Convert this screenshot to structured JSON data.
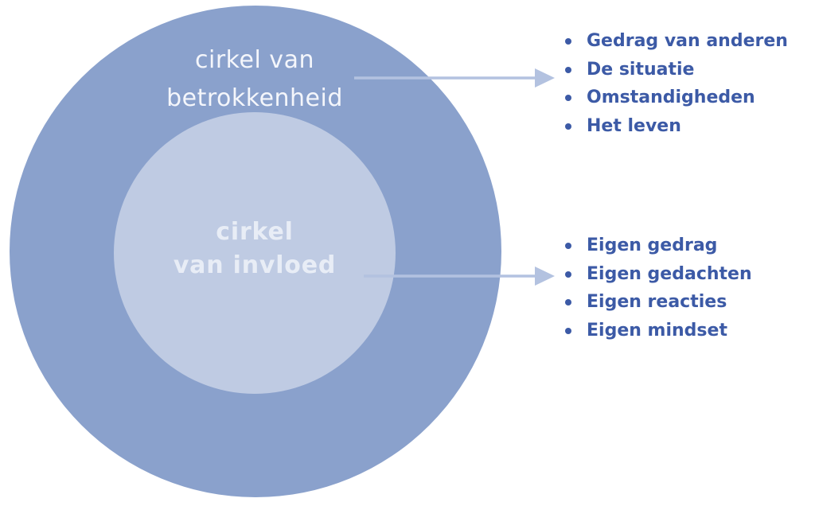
{
  "diagram": {
    "outer_circle": {
      "label_lines": [
        "cirkel van",
        "betrokkenheid"
      ],
      "color": "#8aa1cc",
      "label_color": "#f4f6fb"
    },
    "inner_circle": {
      "label_lines": [
        "cirkel",
        "van invloed"
      ],
      "color": "#bfcbe3",
      "label_color": "#e8edf6"
    },
    "arrow_color": "#b3c2e0",
    "list_color": "#3c5aa6",
    "concern_items": [
      "Gedrag van anderen",
      "De situatie",
      "Omstandigheden",
      "Het leven"
    ],
    "influence_items": [
      "Eigen gedrag",
      "Eigen gedachten",
      "Eigen reacties",
      "Eigen mindset"
    ]
  }
}
